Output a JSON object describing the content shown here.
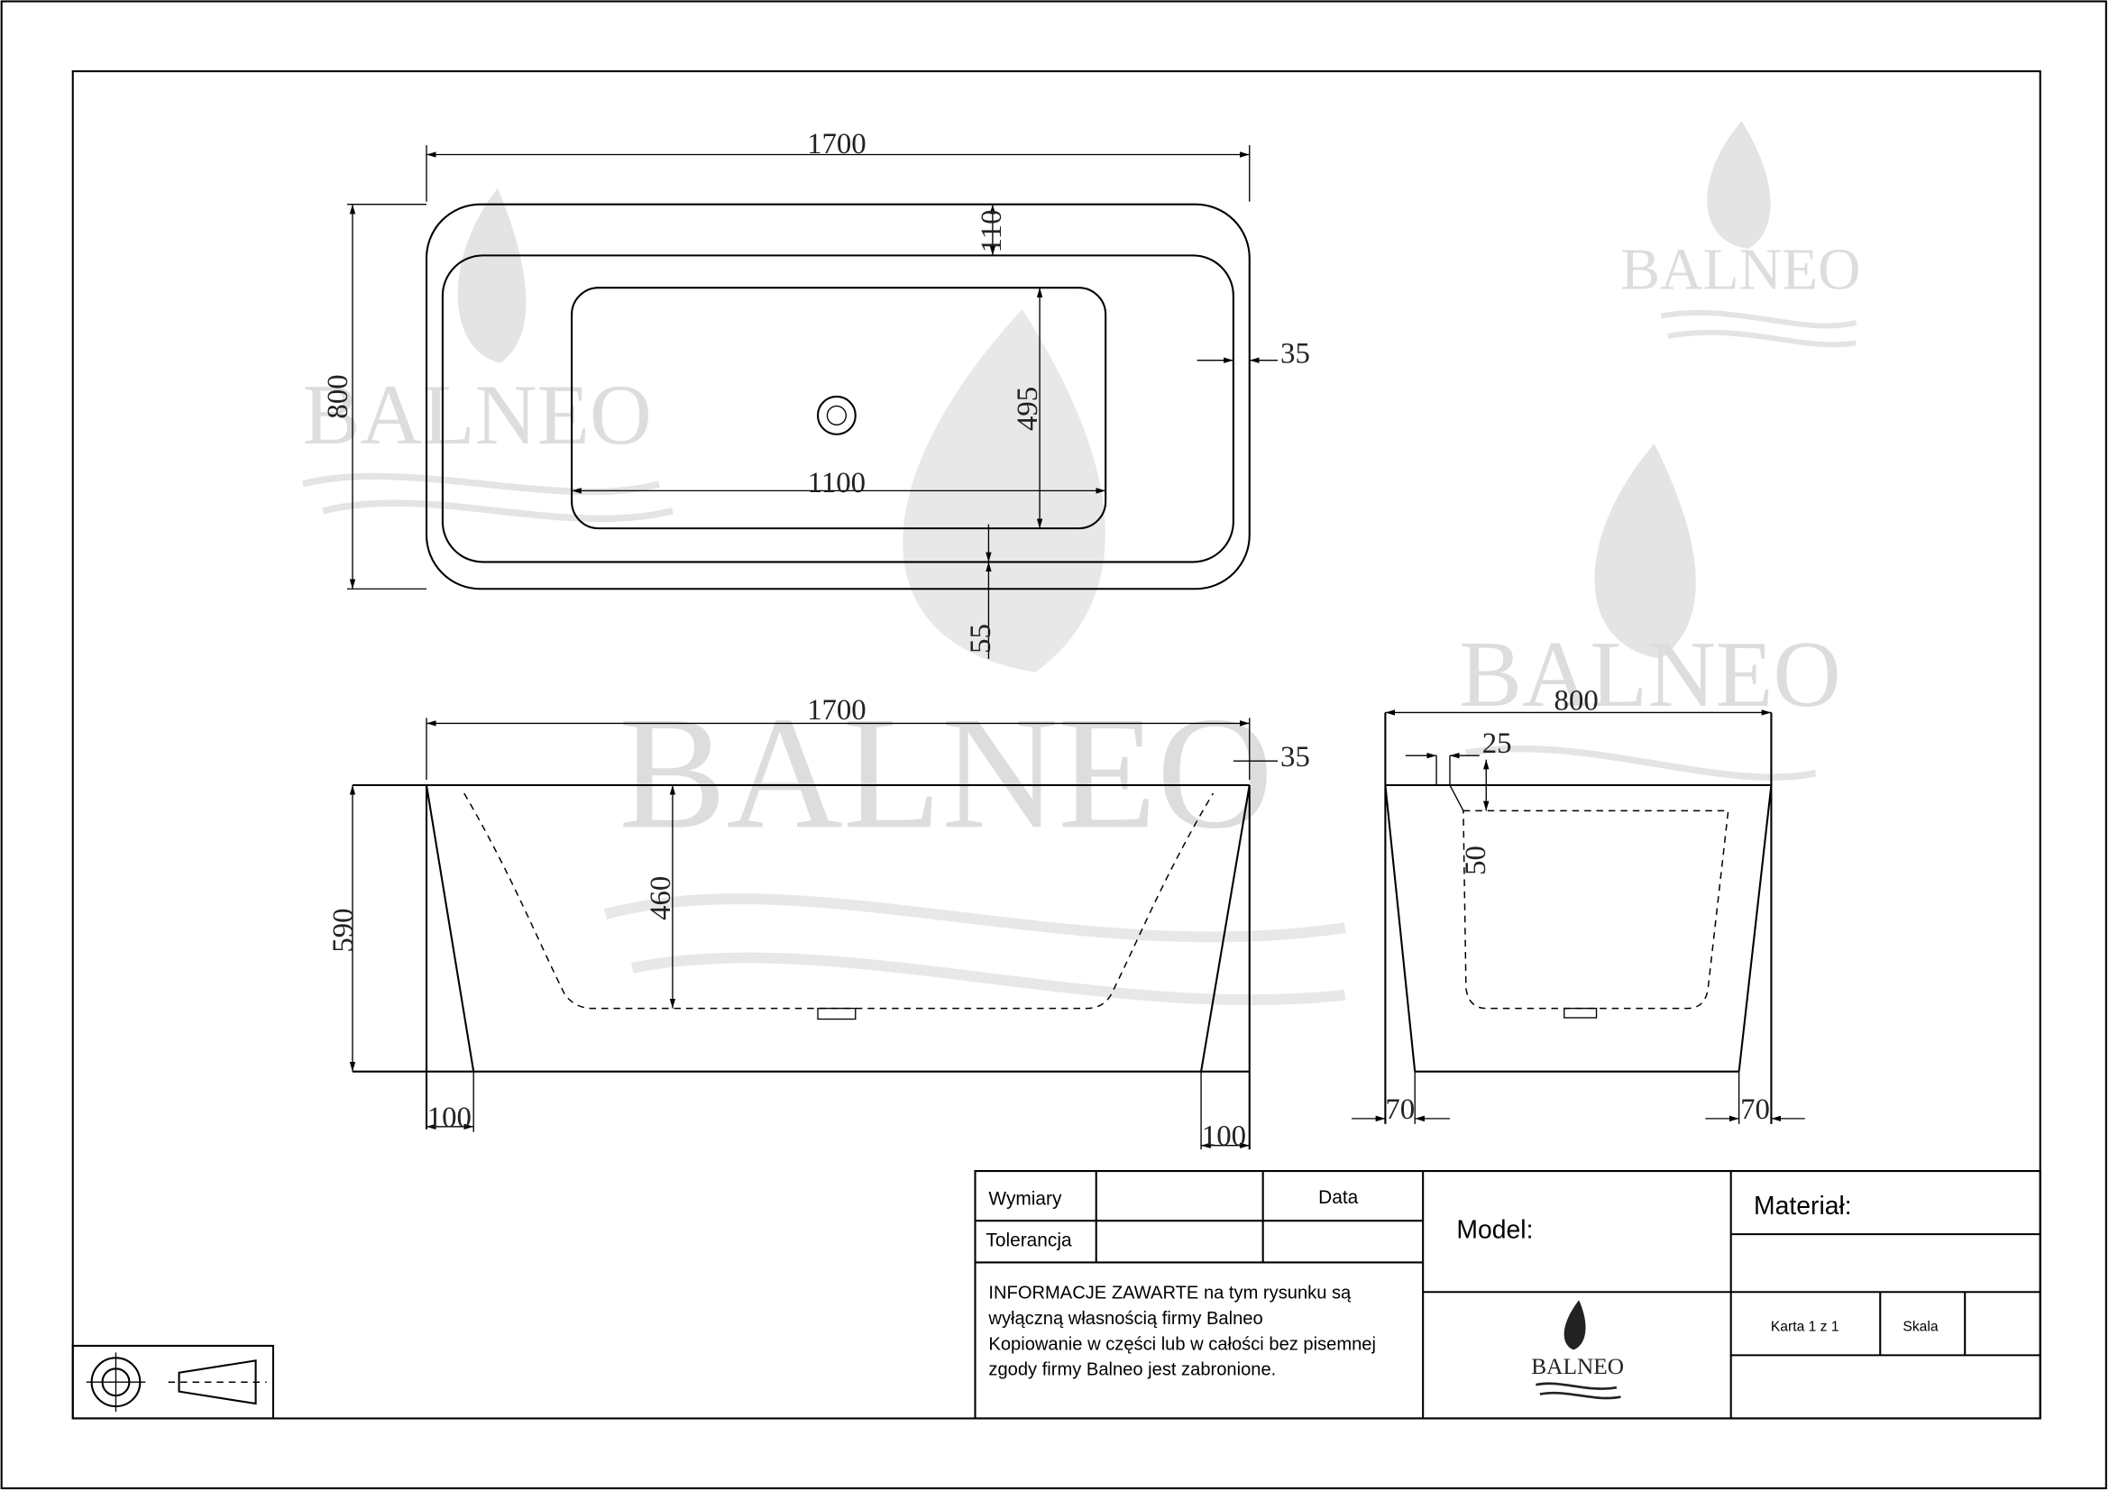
{
  "drawing": {
    "top_view": {
      "length": "1700",
      "width": "800",
      "rim_top": "110",
      "rim_side": "35",
      "basin_width": "495",
      "basin_length": "1100",
      "rim_bottom": "55"
    },
    "front_view": {
      "length": "1700",
      "rim": "35",
      "height": "590",
      "depth": "460",
      "foot_left": "100",
      "foot_right": "100"
    },
    "side_view": {
      "width": "800",
      "rim": "25",
      "step": "50",
      "foot_left": "70",
      "foot_right": "70"
    },
    "watermark": "BALNEO"
  },
  "title_block": {
    "wymiary": "Wymiary",
    "data": "Data",
    "tolerancja": "Tolerancja",
    "notice": [
      "INFORMACJE ZAWARTE na tym rysunku są",
      "wyłączną własnością firmy Balneo",
      "Kopiowanie w części lub w całości bez pisemnej",
      "zgody firmy Balneo jest zabronione."
    ],
    "model": "Model:",
    "material": "Materiał:",
    "sheet": "Karta 1 z 1",
    "scale": "Skala",
    "logo": "BALNEO"
  }
}
